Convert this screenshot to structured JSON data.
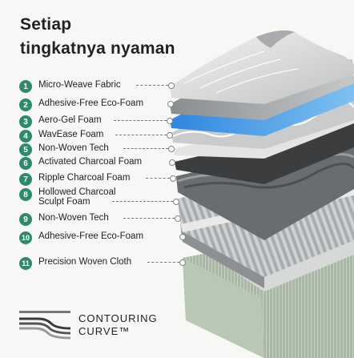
{
  "title": {
    "line1": "Setiap",
    "line2": "tingkatnya nyaman"
  },
  "layers": [
    {
      "num": "1",
      "label": "Micro-Weave Fabric"
    },
    {
      "num": "2",
      "label": "Adhesive-Free Eco-Foam"
    },
    {
      "num": "3",
      "label": "Aero-Gel Foam"
    },
    {
      "num": "4",
      "label": "WavEase Foam"
    },
    {
      "num": "5",
      "label": "Non-Woven Tech"
    },
    {
      "num": "6",
      "label": " Activated Charcoal Foam"
    },
    {
      "num": "7",
      "label": "Ripple Charcoal Foam"
    },
    {
      "num": "8",
      "label": "Hollowed Charcoal Sculpt Foam"
    },
    {
      "num": "9",
      "label": "Non-Woven Tech"
    },
    {
      "num": "10",
      "label": "Adhesive-Free Eco-Foam"
    },
    {
      "num": "11",
      "label": "Precision Woven Cloth"
    }
  ],
  "logo": {
    "text": "CONTOURING CURVE™",
    "icon": "contour-wave-icon"
  },
  "colors": {
    "accent": "#2f8a6c",
    "gel": "#3f8fd8",
    "fabric": "#d7d9d8",
    "charcoal": "#3b3d3f",
    "cover": "#9fb59f"
  }
}
